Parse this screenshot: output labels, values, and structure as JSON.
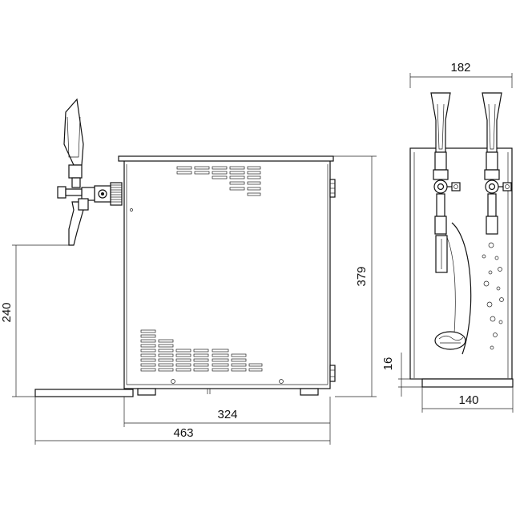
{
  "drawing": {
    "dimensions": {
      "top_width": "182",
      "height_total": "379",
      "tap_height": "240",
      "base_height": "16",
      "body_depth": "324",
      "total_depth": "463",
      "base_width": "140"
    }
  }
}
